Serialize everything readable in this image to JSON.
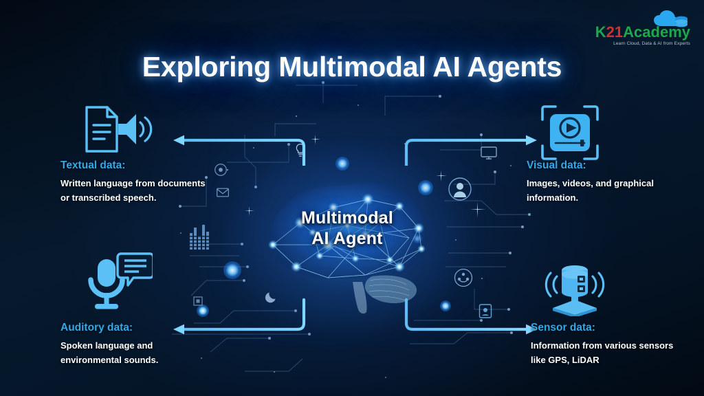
{
  "page": {
    "title": "Exploring Multimodal AI Agents",
    "background_color": "#04121f",
    "accent_color": "#33a9e8",
    "icon_color": "#5bc0f5",
    "arrow_color": "#6dc8f7",
    "text_color": "#ffffff"
  },
  "logo": {
    "part1": "K",
    "part2": "21",
    "part3": "Academy",
    "tagline": "Learn Cloud, Data & AI from Experts",
    "cloud_icon": "cloud-database-icon",
    "green": "#1ea84a",
    "red": "#d0312d"
  },
  "center": {
    "line1": "Multimodal",
    "line2": "AI Agent",
    "graphic": "network-brain-graphic"
  },
  "blocks": [
    {
      "id": "textual",
      "heading": "Textual data:",
      "body": "Written language from documents or transcribed speech.",
      "icon": "document-speaker-icon",
      "arrow": "arrow-left-from-center"
    },
    {
      "id": "visual",
      "heading": "Visual data:",
      "body": "Images, videos, and graphical information.",
      "icon": "video-player-scan-icon",
      "arrow": "arrow-right-from-center"
    },
    {
      "id": "auditory",
      "heading": "Auditory data:",
      "body": "Spoken language and environmental sounds.",
      "icon": "microphone-speech-bubble-icon",
      "arrow": "arrow-left-from-center"
    },
    {
      "id": "sensor",
      "heading": "Sensor data:",
      "body": "Information from various sensors like GPS,  LiDAR",
      "icon": "lidar-sensor-icon",
      "arrow": "arrow-right-from-center"
    }
  ],
  "decor": {
    "mini_icons": [
      "camera-icon",
      "envelope-icon",
      "equalizer-icon",
      "moon-icon",
      "lightbulb-icon",
      "monitor-icon",
      "user-avatar-icon",
      "network-group-icon",
      "id-badge-icon",
      "square-node-icon"
    ]
  }
}
